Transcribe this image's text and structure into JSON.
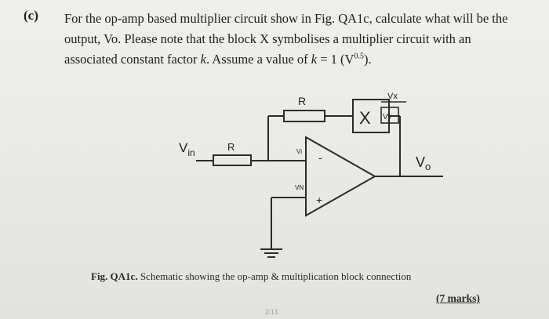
{
  "question": {
    "label": "(c)",
    "line1": "For the op-amp based multiplier circuit show in Fig. QA1c, calculate what will be the",
    "line2": "output, Vo. Please note that the block X symbolises a multiplier circuit with an",
    "line3_pre": "associated constant factor ",
    "line3_k": "k",
    "line3_mid": ". Assume a value of ",
    "line3_k2": "k",
    "line3_eq": " = 1 (V",
    "line3_exp": "0.5",
    "line3_end": ")."
  },
  "circuit": {
    "vin_main": "V",
    "vin_sub": "in",
    "r_input": "R",
    "r_feedback": "R",
    "block_label": "X",
    "vx_label": "Vx",
    "vy_label": "Vy",
    "vi_label": "Vi",
    "vn_label": "VN",
    "minus_sign": "-",
    "plus_sign": "+",
    "vo_main": "V",
    "vo_sub": "o"
  },
  "caption": {
    "bold": "Fig. QA1c.",
    "text": " Schematic showing the op-amp & multiplication block connection"
  },
  "marks": "(7 marks)",
  "page_number": "2/13"
}
